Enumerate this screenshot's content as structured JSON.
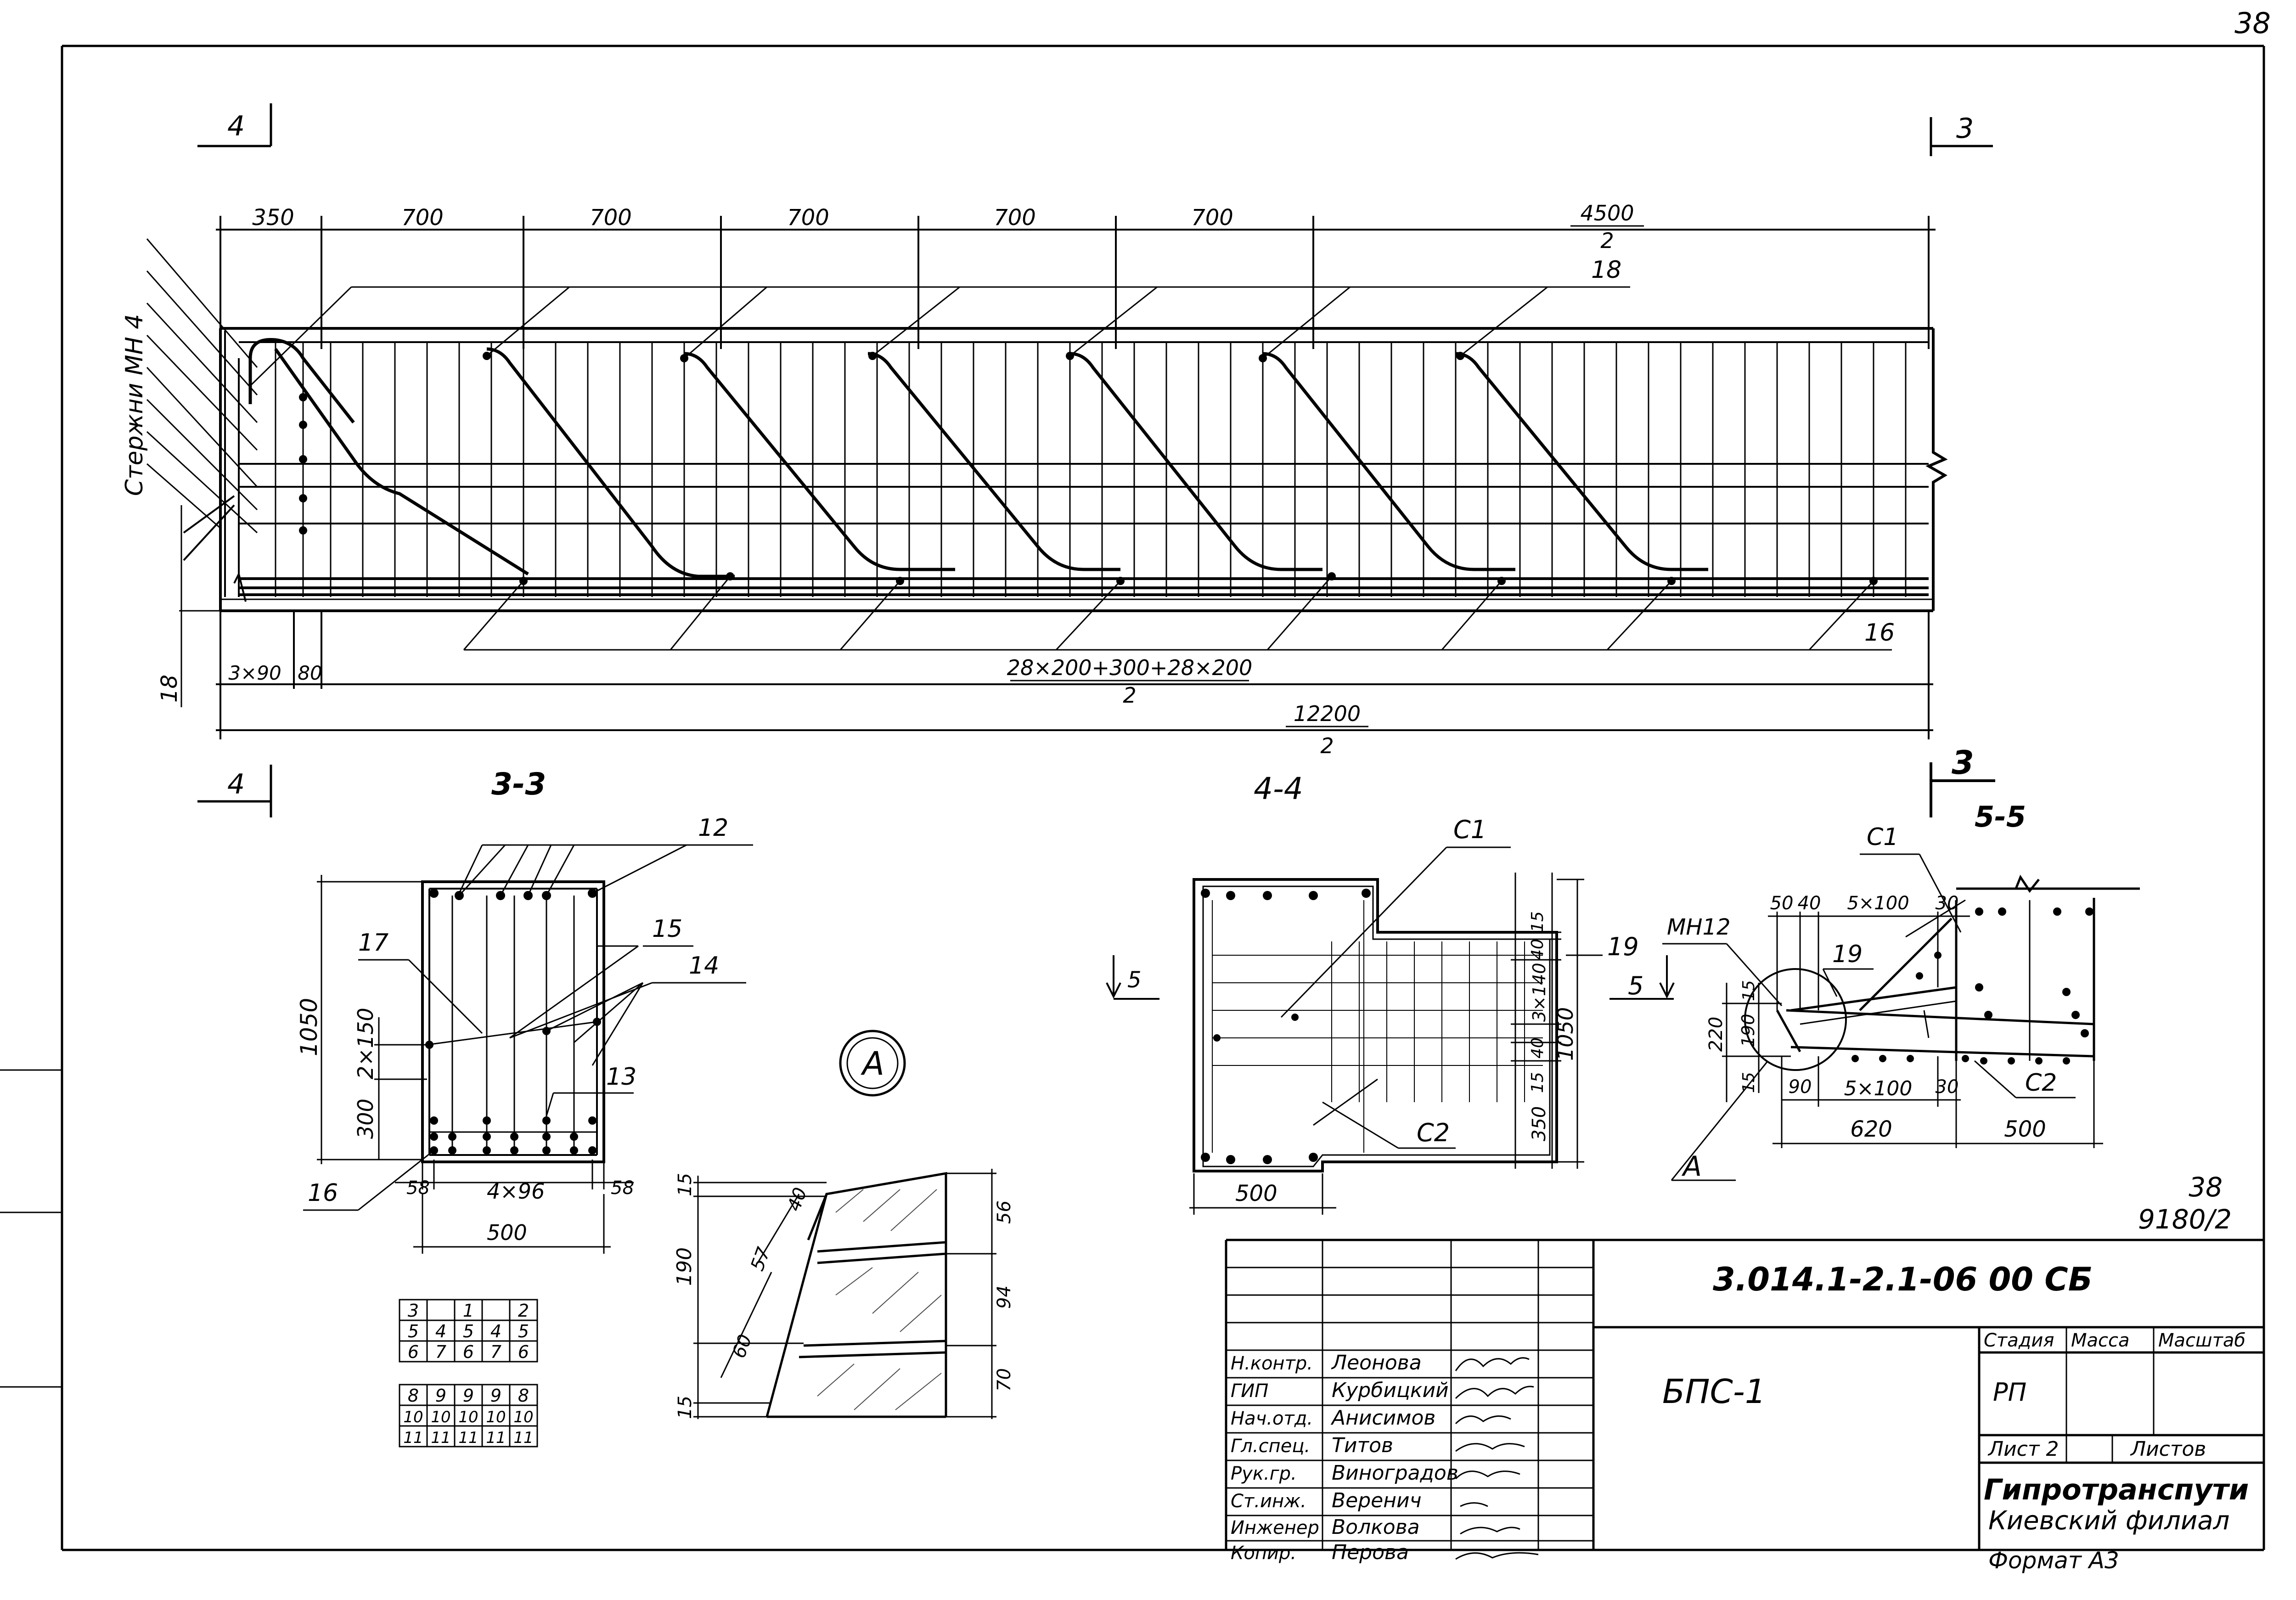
{
  "sheet": {
    "page_number": "38",
    "archive_number_top": "38",
    "archive_number_bottom": "9180/2",
    "format_label": "Формат А3"
  },
  "elevation": {
    "cut_marker_4": "4",
    "cut_marker_3": "3",
    "top_dims": [
      "350",
      "700",
      "700",
      "700",
      "700",
      "700"
    ],
    "top_dim_last_num": "4500",
    "top_dim_last_den": "2",
    "rods_label": "Стержни МН 4",
    "callout_18": "18",
    "callout_16": "16",
    "left_dim": "18",
    "bottom_small_dims": [
      "3×90",
      "80"
    ],
    "bottom_spacing_num": "28×200+300+28×200",
    "bottom_spacing_den": "2",
    "total_num": "12200",
    "total_den": "2"
  },
  "section_3_3": {
    "title": "3-3",
    "callouts": [
      "12",
      "15",
      "14",
      "17",
      "13",
      "16"
    ],
    "dims": {
      "height": "1050",
      "spacing": "2×150",
      "bottom": "300",
      "edge_left": "58",
      "middle": "4×96",
      "edge_right": "58",
      "width": "500"
    }
  },
  "tables": {
    "table1": [
      [
        "3",
        "",
        "1",
        "",
        "2"
      ],
      [
        "5",
        "4",
        "5",
        "4",
        "5"
      ],
      [
        "6",
        "7",
        "6",
        "7",
        "6"
      ]
    ],
    "table2": [
      [
        "8",
        "9",
        "9",
        "9",
        "8"
      ],
      [
        "10",
        "10",
        "10",
        "10",
        "10"
      ],
      [
        "11",
        "11",
        "11",
        "11",
        "11"
      ]
    ]
  },
  "detail_A": {
    "label": "А",
    "dims": [
      "15",
      "40",
      "57",
      "190",
      "60",
      "15",
      "56",
      "94",
      "70"
    ]
  },
  "section_4_4": {
    "title": "4-4",
    "callouts": [
      "С1",
      "19",
      "С2"
    ],
    "cut_marker": "5",
    "dims": {
      "right_top": "15",
      "right_40a": "40",
      "right_spacing": "3×140",
      "right_40b": "40",
      "right_15": "15",
      "right_350": "350",
      "right_total": "1050",
      "width": "500"
    }
  },
  "section_5_5": {
    "title": "5-5",
    "callouts": [
      "МН12",
      "С1",
      "19",
      "С2",
      "А"
    ],
    "dims": {
      "top": [
        "50",
        "40",
        "5×100",
        "30"
      ],
      "left": [
        "15",
        "220",
        "190",
        "15"
      ],
      "bottom": [
        "90",
        "5×100",
        "30"
      ],
      "total_left": "620",
      "total_right": "500"
    }
  },
  "title_block": {
    "document_code": "3.014.1-2.1-06 00 СБ",
    "product": "БПС-1",
    "col_stage": "Стадия",
    "col_mass": "Масса",
    "col_scale": "Масштаб",
    "stage_value": "РП",
    "sheet_label": "Лист 2",
    "sheets_label": "Листов",
    "org_name": "Гипротранспути",
    "org_branch": "Киевский филиал",
    "staff": [
      {
        "role": "Н.контр.",
        "name": "Леонова"
      },
      {
        "role": "ГИП",
        "name": "Курбицкий"
      },
      {
        "role": "Нач.отд.",
        "name": "Анисимов"
      },
      {
        "role": "Гл.спец.",
        "name": "Титов"
      },
      {
        "role": "Рук.гр.",
        "name": "Виноградов"
      },
      {
        "role": "Ст.инж.",
        "name": "Веренич"
      },
      {
        "role": "Инженер",
        "name": "Волкова"
      },
      {
        "role": "Копир.",
        "name": "Перова"
      }
    ]
  }
}
